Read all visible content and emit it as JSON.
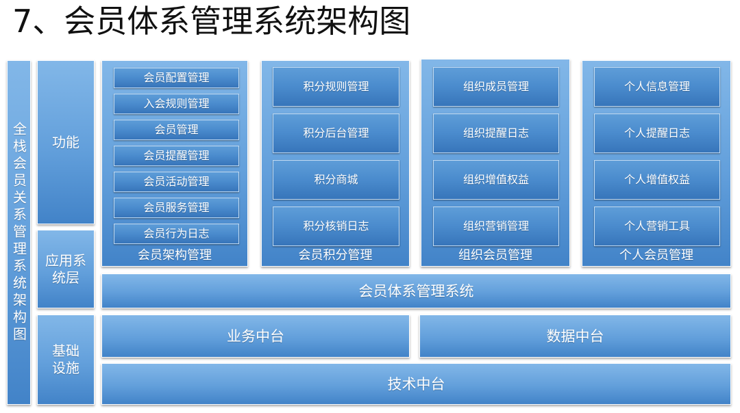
{
  "title": "7、会员体系管理系统架构图",
  "side_label": "全栈会员关系管理系统架构图",
  "layer_labels": {
    "function": "功能",
    "application": "应用系\n统层",
    "infrastructure": "基础\n设施"
  },
  "modules": [
    {
      "label": "会员架构管理",
      "items": [
        "会员配置管理",
        "入会规则管理",
        "会员管理",
        "会员提醒管理",
        "会员活动管理",
        "会员服务管理",
        "会员行为日志"
      ]
    },
    {
      "label": "会员积分管理",
      "items": [
        "积分规则管理",
        "积分后台管理",
        "积分商城",
        "积分核销日志"
      ]
    },
    {
      "label": "组织会员管理",
      "items": [
        "组织成员管理",
        "组织提醒日志",
        "组织增值权益",
        "组织营销管理"
      ]
    },
    {
      "label": "个人会员管理",
      "items": [
        "个人信息管理",
        "个人提醒日志",
        "个人增值权益",
        "个人营销工具"
      ]
    }
  ],
  "application_bar": "会员体系管理系统",
  "infrastructure": {
    "business_platform": "业务中台",
    "data_platform": "数据中台",
    "tech_platform": "技术中台"
  },
  "colors": {
    "box-top": "#82b7e8",
    "box-mid": "#629fdb",
    "box-bottom": "#4283c8",
    "item-top": "#5e9dd8",
    "item-mid": "#4a8bcd",
    "item-bottom": "#3775ba",
    "item-border": "#c3dcf3",
    "text-light": "#ffffff",
    "title-color": "#111111"
  }
}
